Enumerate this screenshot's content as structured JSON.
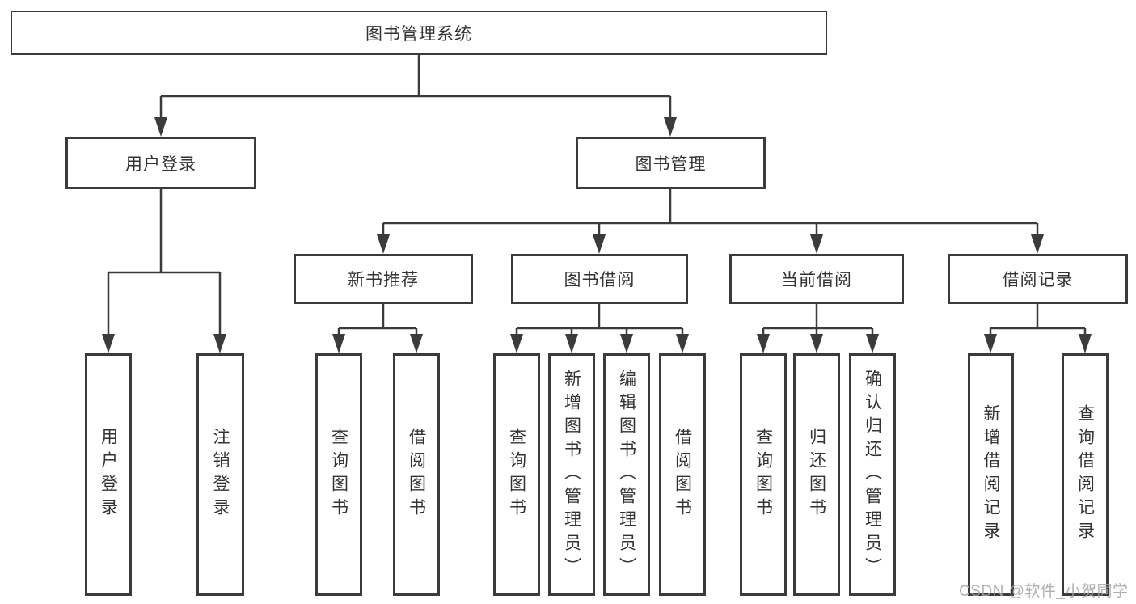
{
  "tree": {
    "label": "图书管理系统",
    "children": [
      {
        "label": "用户登录",
        "children": [
          {
            "label": "用户登录"
          },
          {
            "label": "注销登录"
          }
        ]
      },
      {
        "label": "图书管理",
        "children": [
          {
            "label": "新书推荐",
            "children": [
              {
                "label": "查询图书"
              },
              {
                "label": "借阅图书"
              }
            ]
          },
          {
            "label": "图书借阅",
            "children": [
              {
                "label": "查询图书"
              },
              {
                "label": "新增图书（管理员）"
              },
              {
                "label": "编辑图书（管理员）"
              },
              {
                "label": "借阅图书"
              }
            ]
          },
          {
            "label": "当前借阅",
            "children": [
              {
                "label": "查询图书"
              },
              {
                "label": "归还图书"
              },
              {
                "label": "确认归还（管理员）"
              }
            ]
          },
          {
            "label": "借阅记录",
            "children": [
              {
                "label": "新增借阅记录"
              },
              {
                "label": "查询借阅记录"
              }
            ]
          }
        ]
      }
    ]
  },
  "watermark": {
    "text": "CSDN @软件_小贺同学"
  },
  "colors": {
    "line": "#3b3b3b",
    "text": "#333333",
    "background": "#ffffff",
    "watermark": "#a5a5a5"
  }
}
